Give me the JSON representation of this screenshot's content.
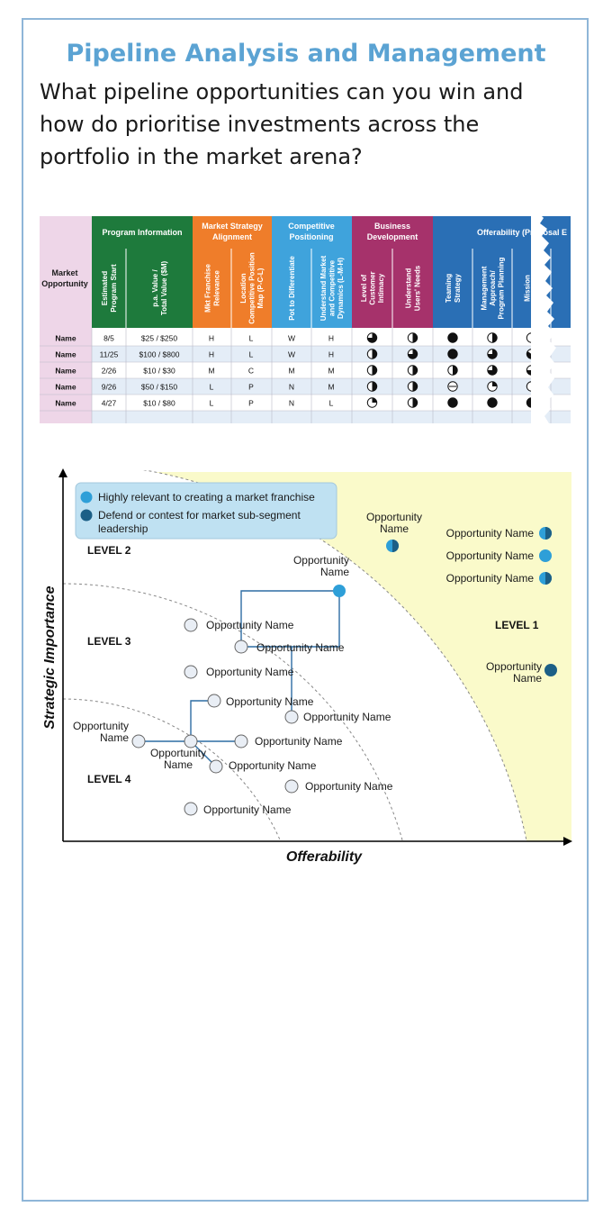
{
  "header": {
    "title": "Pipeline Analysis and Management",
    "question": "What pipeline opportunities can you win and how do prioritise investments across the portfolio in the market arena?"
  },
  "table": {
    "row_header_label": "Market Opportunity",
    "groups": [
      {
        "label": "Program Information",
        "color": "#1e7a3c"
      },
      {
        "label": "Market Strategy Alignment",
        "color": "#ef7d2a"
      },
      {
        "label": "Competitive Positioning",
        "color": "#3fa3dc"
      },
      {
        "label": "Business Development",
        "color": "#a6326b"
      },
      {
        "label": "Offerability (Proposal E",
        "color": "#2a6fb5"
      }
    ],
    "columns": [
      "Estimated Program Start",
      "p.a. Value / Total Value ($M)",
      "Mkt Franchise Relevance",
      "Location Competitive Position Map (P-C-L)",
      "Pot to Differentiate",
      "Understand Market and Competitive Dynamics (L-M-H)",
      "Level of Customer Intimacy",
      "Understand Users' Needs",
      "Teaming Strategy",
      "Management Approach / Program Planning",
      "Mission Capability",
      ""
    ],
    "rows": [
      {
        "name": "Name",
        "start": "8/5",
        "value": "$25 / $250",
        "relevance": "H",
        "pcl": "L",
        "diff": "W",
        "dyn": "H",
        "balls": [
          0.75,
          0.5,
          1,
          0.5,
          0.5
        ]
      },
      {
        "name": "Name",
        "start": "11/25",
        "value": "$100 / $800",
        "relevance": "H",
        "pcl": "L",
        "diff": "W",
        "dyn": "H",
        "balls": [
          0.5,
          0.75,
          1,
          0.75,
          0.85
        ]
      },
      {
        "name": "Name",
        "start": "2/26",
        "value": "$10 / $30",
        "relevance": "M",
        "pcl": "C",
        "diff": "M",
        "dyn": "M",
        "balls": [
          0.5,
          0.5,
          0.5,
          0.75,
          0.75
        ]
      },
      {
        "name": "Name",
        "start": "9/26",
        "value": "$50 / $150",
        "relevance": "L",
        "pcl": "P",
        "diff": "N",
        "dyn": "M",
        "balls": [
          0.5,
          0.5,
          0,
          0.25,
          0.5
        ]
      },
      {
        "name": "Name",
        "start": "4/27",
        "value": "$10 / $80",
        "relevance": "L",
        "pcl": "P",
        "diff": "N",
        "dyn": "L",
        "balls": [
          0.25,
          0.5,
          1,
          1,
          1
        ]
      }
    ]
  },
  "chart": {
    "ylabel": "Strategic Importance",
    "xlabel": "Offerability",
    "legend": [
      {
        "label": "Highly relevant to creating a market franchise",
        "color": "#2e9fd8"
      },
      {
        "label": "Defend or contest for market sub-segment leadership",
        "color": "#1c5f86"
      }
    ],
    "levels": [
      "LEVEL 1",
      "LEVEL 2",
      "LEVEL 3",
      "LEVEL 4"
    ],
    "colors": {
      "light": "#2e9fd8",
      "dark": "#1c5f86",
      "empty": "#e9eef5",
      "line": "#2d6da4",
      "zone": "#fafaca"
    }
  }
}
